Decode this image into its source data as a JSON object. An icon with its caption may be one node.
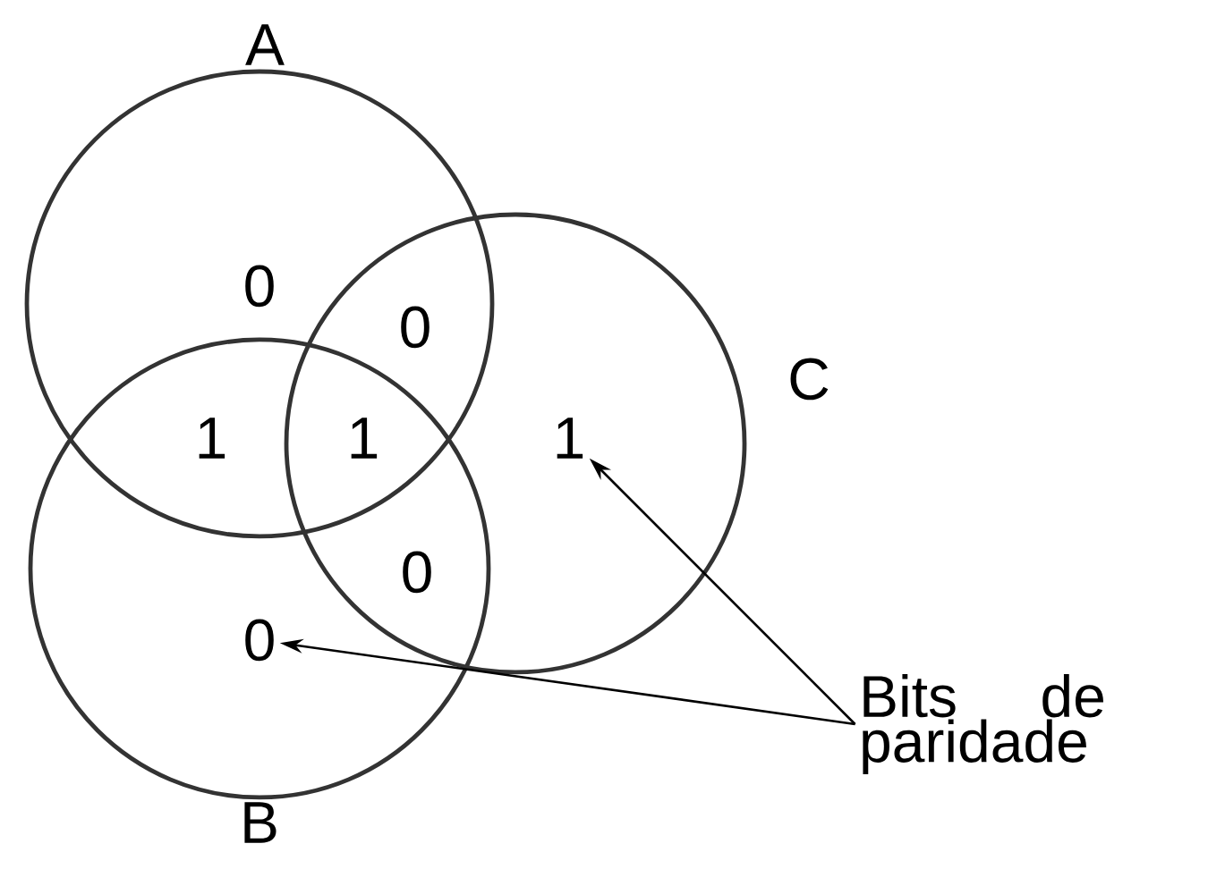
{
  "diagram": {
    "nodes": [
      {
        "text": [
          "A"
        ]
      },
      {
        "text": [
          "B"
        ]
      },
      {
        "text": [
          "C"
        ]
      },
      {
        "text": [
          "1"
        ],
        "in": 2
      },
      {
        "text": [
          "0"
        ],
        "in": 1
      },
      {
        "text": [
          "Bits de paridade"
        ]
      }
    ],
    "edges": [
      {
        "from": 5,
        "to": 3,
        "arrow": "to"
      },
      {
        "from": 5,
        "to": 4,
        "arrow": "to"
      }
    ],
    "labels": [
      "0",
      "0",
      "1",
      "1",
      "0"
    ]
  }
}
